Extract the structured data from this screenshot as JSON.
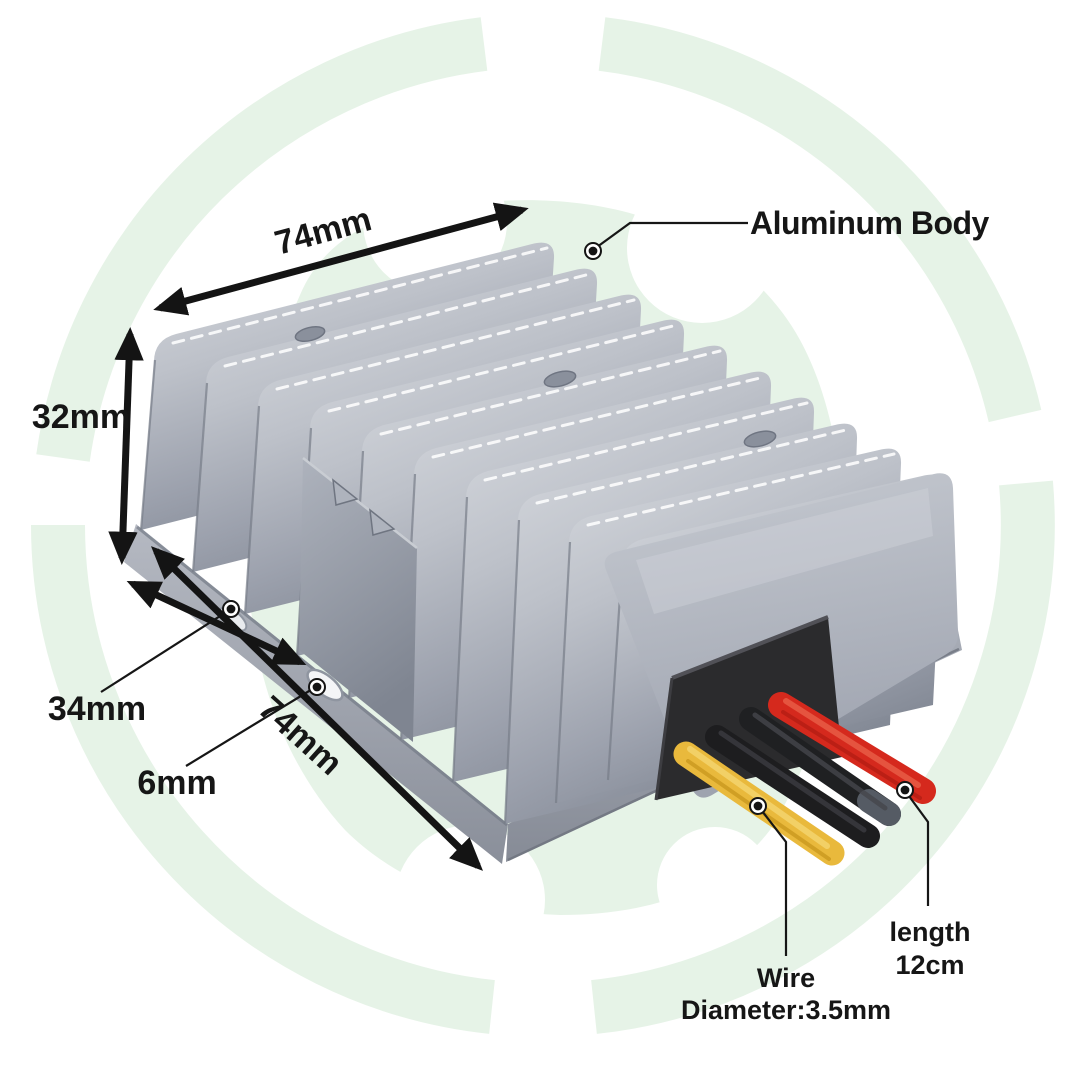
{
  "diagram": {
    "type": "product-dimension-diagram",
    "subject": "Finned aluminum heatsink voltage converter with output wires"
  },
  "dimensions": {
    "top_width": "74mm",
    "height": "32mm",
    "depth": "34mm",
    "mounting_hole": "6mm",
    "bottom_width": "74mm"
  },
  "callouts": {
    "body_material": "Aluminum Body",
    "wire": [
      "Wire",
      "Diameter:3.5mm"
    ],
    "wire_length": [
      "length",
      "12cm"
    ]
  },
  "colors": {
    "background": "#ffffff",
    "watermark_green": "#E6F3E7",
    "annotation": "#161616",
    "metal_light": "#D8DBE0",
    "metal_dark": "#848A96",
    "panel_dark": "#2B2B2D",
    "wire_red": "#D5291D",
    "wire_yellow": "#E9B93C",
    "wire_black": "#1E1E20",
    "wire_gray_tip": "#555B64"
  }
}
